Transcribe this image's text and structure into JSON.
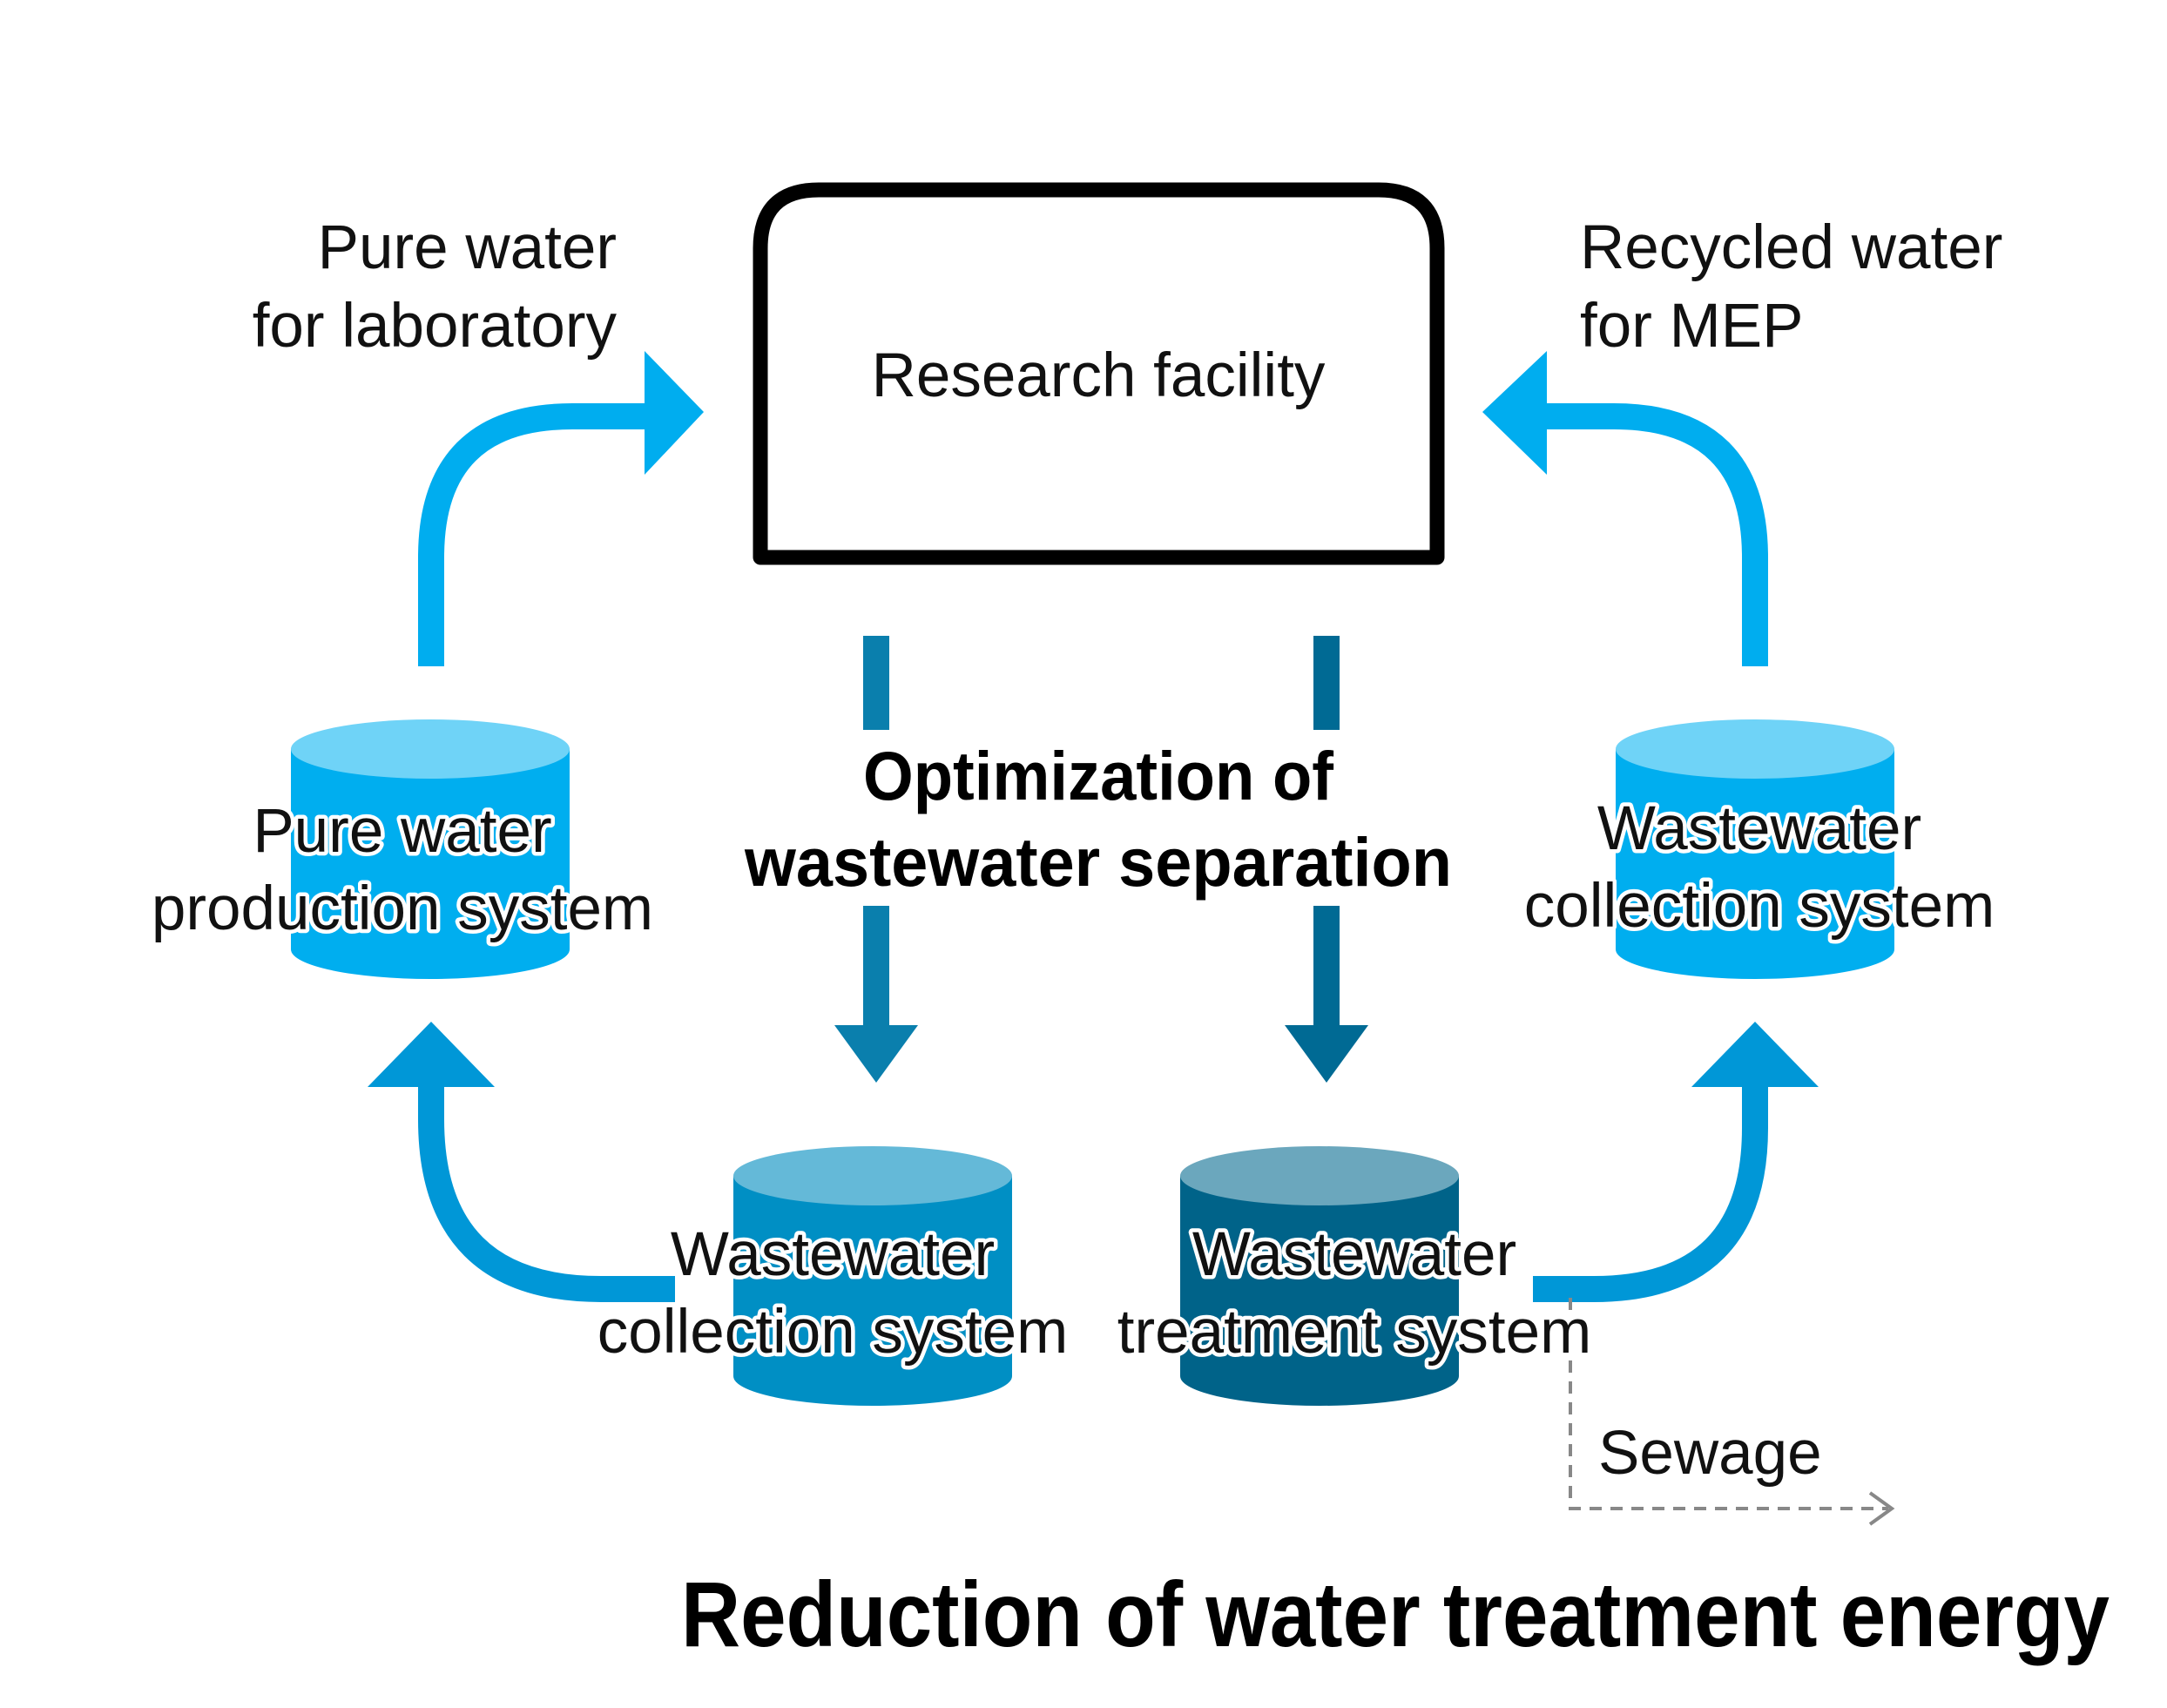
{
  "colors": {
    "bright_blue": "#00adef",
    "mid_blue": "#0097d7",
    "dark_blue": "#006a94",
    "pure_tank_body": "#00aeef",
    "pure_tank_top": "#6fd3f7",
    "collection_left_body": "#008fc4",
    "collection_left_top": "#64b9d8",
    "treatment_body": "#006389",
    "treatment_top": "#6ba7bd",
    "box_stroke": "#000000",
    "sewage_line": "#888888"
  },
  "labels": {
    "research_facility": "Research facility",
    "pure_water_line1": "Pure water",
    "pure_water_line2": "for laboratory",
    "recycled_line1": "Recycled water",
    "recycled_line2": "for MEP",
    "pure_prod_line1": "Pure water",
    "pure_prod_line2": "production system",
    "ww_collect_right_line1": "Wastewater",
    "ww_collect_right_line2": "collection system",
    "ww_collect_left_line1": "Wastewater",
    "ww_collect_left_line2": "collection system",
    "ww_treat_line1": "Wastewater",
    "ww_treat_line2": "treatment system",
    "optimization_line1": "Optimization of",
    "optimization_line2": "wastewater separation",
    "sewage": "Sewage",
    "footer": "Reduction of water treatment energy"
  }
}
